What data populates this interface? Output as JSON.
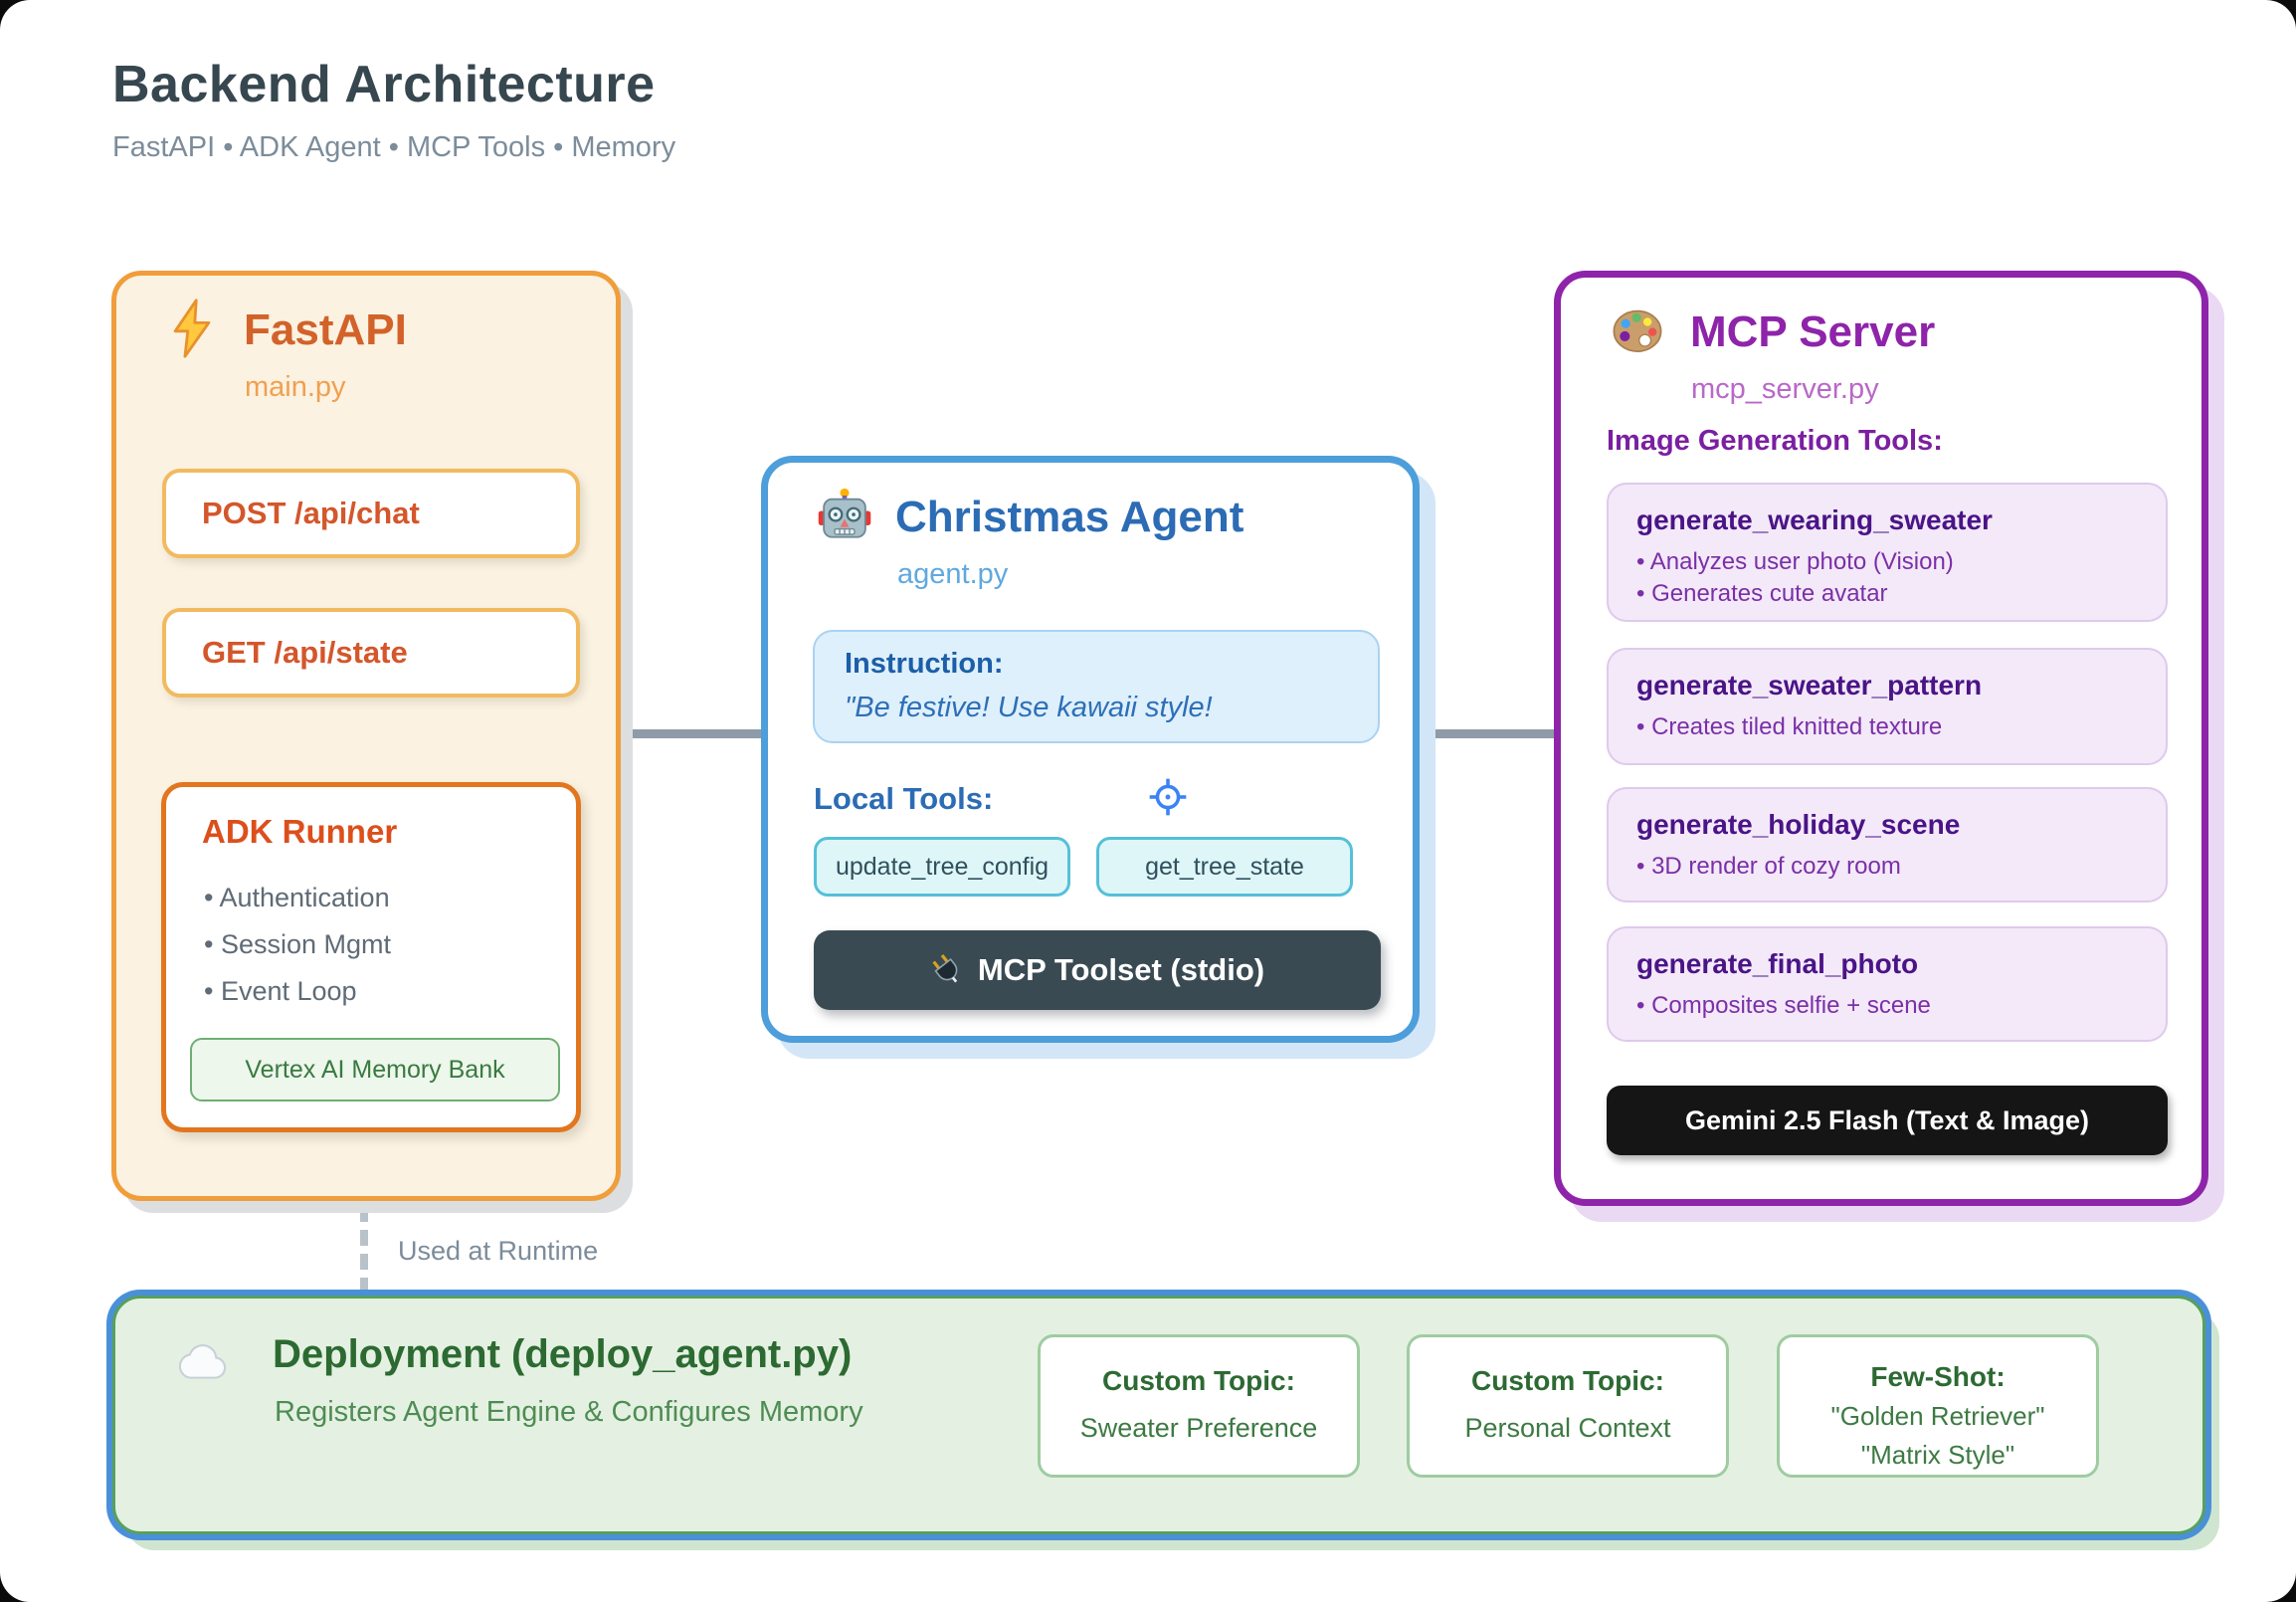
{
  "page": {
    "title": "Backend Architecture",
    "subtitle": "FastAPI • ADK Agent • MCP Tools • Memory"
  },
  "colors": {
    "orange_accent": "#F09D3C",
    "blue_accent": "#4D9EDB",
    "purple_accent": "#8E24AA",
    "green_accent": "#58A05B",
    "dark_button": "#3A4A52",
    "black_button": "#151515",
    "connector_gray": "#8F9BA8"
  },
  "fastapi": {
    "icon": "lightning-icon",
    "title": "FastAPI",
    "file": "main.py",
    "endpoints": [
      {
        "label": "POST /api/chat"
      },
      {
        "label": "GET /api/state"
      }
    ],
    "adk_runner": {
      "title": "ADK Runner",
      "items": [
        "Authentication",
        "Session Mgmt",
        "Event Loop"
      ],
      "memory": "Vertex AI Memory Bank"
    }
  },
  "agent": {
    "icon": "robot-icon",
    "title": "Christmas Agent",
    "file": "agent.py",
    "instruction_label": "Instruction:",
    "instruction_text": "\"Be festive! Use kawaii style!",
    "local_tools_label": "Local Tools:",
    "tools": [
      "update_tree_config",
      "get_tree_state"
    ],
    "toolset_button": "MCP Toolset (stdio)"
  },
  "mcp": {
    "icon": "palette-icon",
    "title": "MCP Server",
    "file": "mcp_server.py",
    "section_label": "Image Generation Tools:",
    "tools": [
      {
        "name": "generate_wearing_sweater",
        "bullets": [
          "Analyzes user photo (Vision)",
          "Generates cute avatar"
        ]
      },
      {
        "name": "generate_sweater_pattern",
        "bullets": [
          "Creates tiled knitted texture"
        ]
      },
      {
        "name": "generate_holiday_scene",
        "bullets": [
          "3D render of cozy room"
        ]
      },
      {
        "name": "generate_final_photo",
        "bullets": [
          "Composites selfie + scene"
        ]
      }
    ],
    "model_button": "Gemini 2.5 Flash (Text & Image)"
  },
  "connector": {
    "runtime_label": "Used at Runtime"
  },
  "deployment": {
    "icon": "cloud-icon",
    "title": "Deployment (deploy_agent.py)",
    "subtitle": "Registers Agent Engine & Configures Memory",
    "cards": [
      {
        "label": "Custom Topic:",
        "lines": [
          "Sweater Preference"
        ]
      },
      {
        "label": "Custom Topic:",
        "lines": [
          "Personal Context"
        ]
      },
      {
        "label": "Few-Shot:",
        "lines": [
          "\"Golden Retriever\"",
          "\"Matrix Style\""
        ]
      }
    ]
  }
}
